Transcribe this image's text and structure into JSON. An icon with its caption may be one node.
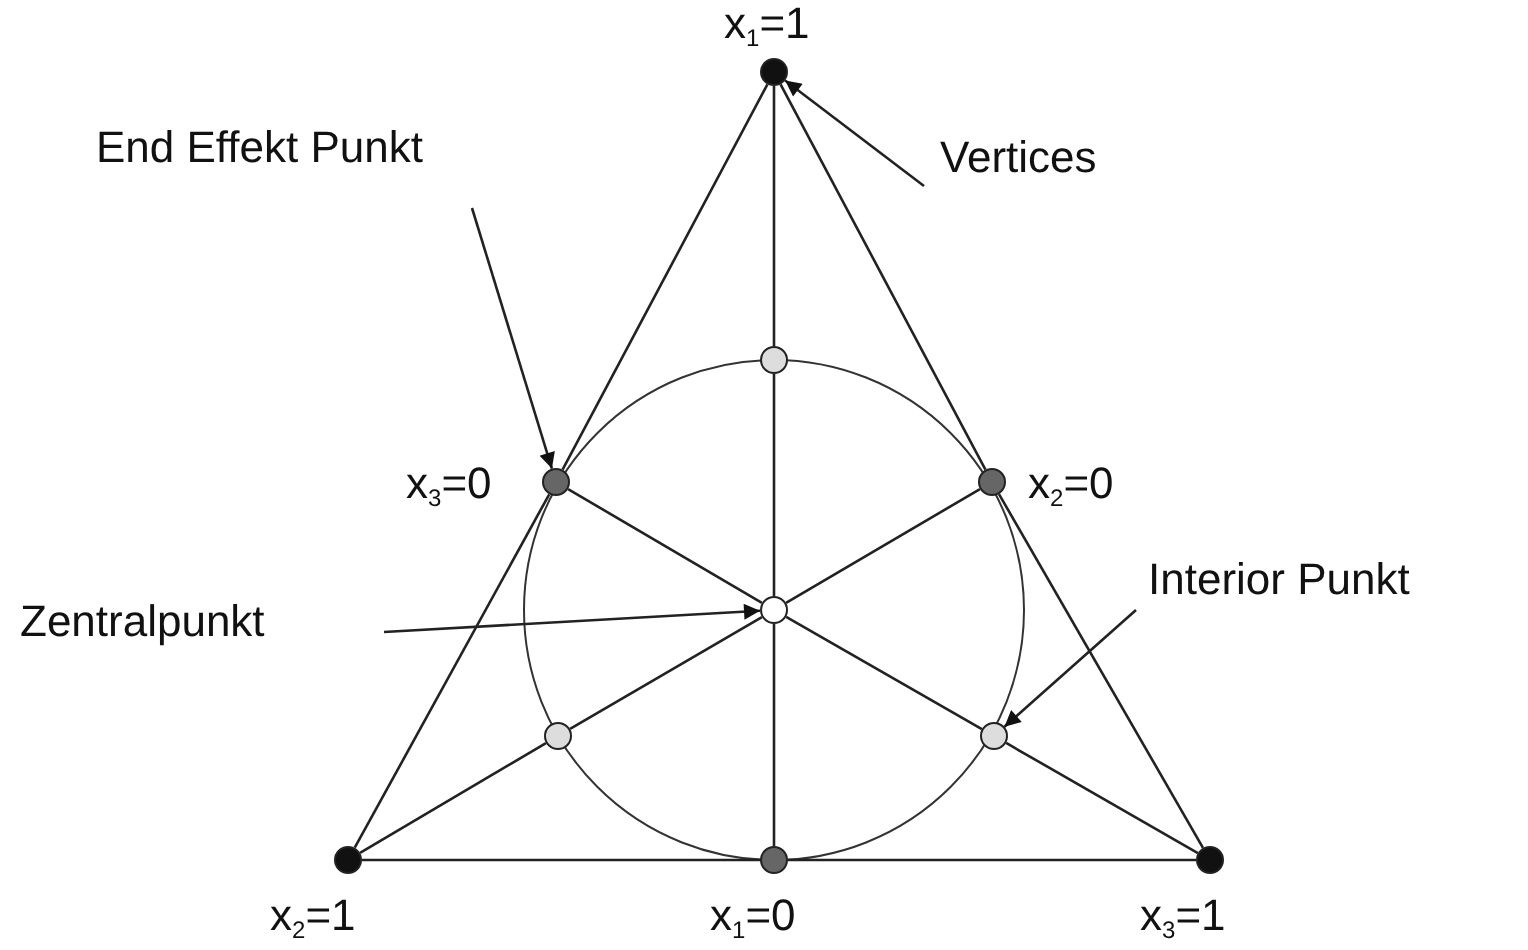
{
  "diagram": {
    "nodes": [
      {
        "text": [
          "Vertices"
        ]
      },
      {
        "text": [
          "End Effekt Punkt"
        ]
      },
      {
        "text": [
          "Zentralpunkt"
        ]
      },
      {
        "text": [
          "Interior Punkt"
        ]
      },
      {
        "text": [],
        "shape": "circle",
        "beside": [
          "x$_{1}$=1"
        ]
      },
      {
        "text": [],
        "shape": "circle",
        "beside": [
          "x$_{2}$=1"
        ]
      },
      {
        "text": [],
        "shape": "circle",
        "beside": [
          "x$_{3}$=1"
        ]
      },
      {
        "text": [],
        "shape": "circle",
        "beside": [
          "x$_{3}$=0"
        ]
      },
      {
        "text": [],
        "shape": "circle",
        "beside": [
          "x$_{2}$=0"
        ]
      },
      {
        "text": [],
        "shape": "circle",
        "beside": [
          "x$_{1}$=0"
        ]
      },
      {
        "text": [],
        "shape": "circle"
      },
      {
        "text": [],
        "shape": "circle"
      },
      {
        "text": [],
        "shape": "circle"
      },
      {
        "text": [],
        "shape": "circle"
      }
    ],
    "edges": [
      {
        "from": 0,
        "to": 4,
        "arrow": "to"
      },
      {
        "from": 1,
        "to": 7,
        "arrow": "to"
      },
      {
        "from": 2,
        "to": 10,
        "arrow": "to"
      },
      {
        "from": 3,
        "to": 13,
        "arrow": "to"
      },
      {
        "from": 4,
        "to": 7,
        "arrow": "none"
      },
      {
        "from": 7,
        "to": 5,
        "arrow": "none"
      },
      {
        "from": 5,
        "to": 9,
        "arrow": "none"
      },
      {
        "from": 9,
        "to": 6,
        "arrow": "none"
      },
      {
        "from": 6,
        "to": 8,
        "arrow": "none"
      },
      {
        "from": 8,
        "to": 4,
        "arrow": "none"
      },
      {
        "from": 4,
        "to": 11,
        "arrow": "none"
      },
      {
        "from": 11,
        "to": 10,
        "arrow": "none"
      },
      {
        "from": 10,
        "to": 9,
        "arrow": "none"
      },
      {
        "from": 5,
        "to": 12,
        "arrow": "none"
      },
      {
        "from": 12,
        "to": 10,
        "arrow": "none"
      },
      {
        "from": 10,
        "to": 8,
        "arrow": "none"
      },
      {
        "from": 6,
        "to": 13,
        "arrow": "none"
      },
      {
        "from": 13,
        "to": 10,
        "arrow": "none"
      },
      {
        "from": 10,
        "to": 7,
        "arrow": "none"
      }
    ]
  }
}
